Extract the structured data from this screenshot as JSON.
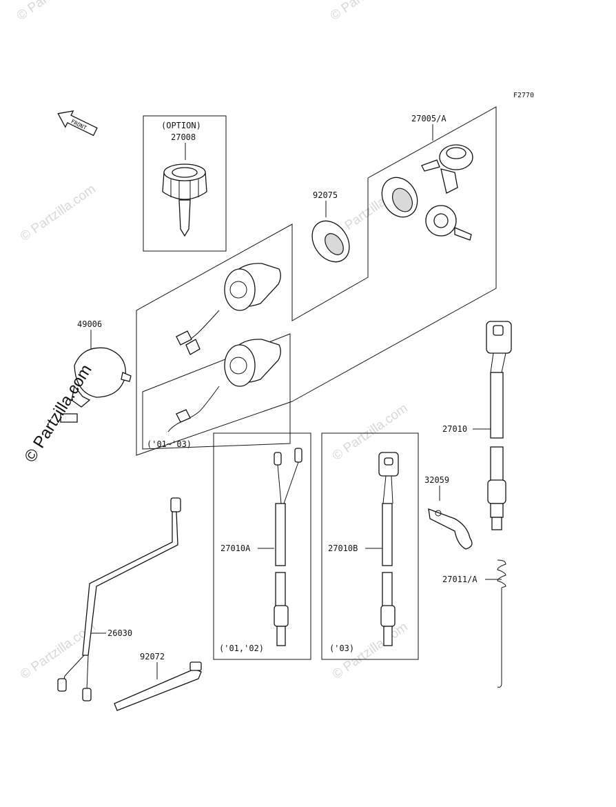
{
  "figure_id": "F2770",
  "front_arrow": "FRONT",
  "watermark": "© Partzilla.com",
  "option_label": "(OPTION)",
  "parts": {
    "p27008": "27008",
    "p27005A": "27005/A",
    "p92075": "92075",
    "p49006": "49006",
    "p27010": "27010",
    "p32059": "32059",
    "p27010A": "27010A",
    "p27010B": "27010B",
    "p27011A": "27011/A",
    "p26030": "26030",
    "p92072": "92072"
  },
  "year_notes": {
    "switch_0103": "('01~'03)",
    "switch_0102": "('01,'02)",
    "switch_03": "('03)"
  },
  "icons": [
    "front-arrow-icon",
    "partzilla-watermark"
  ]
}
